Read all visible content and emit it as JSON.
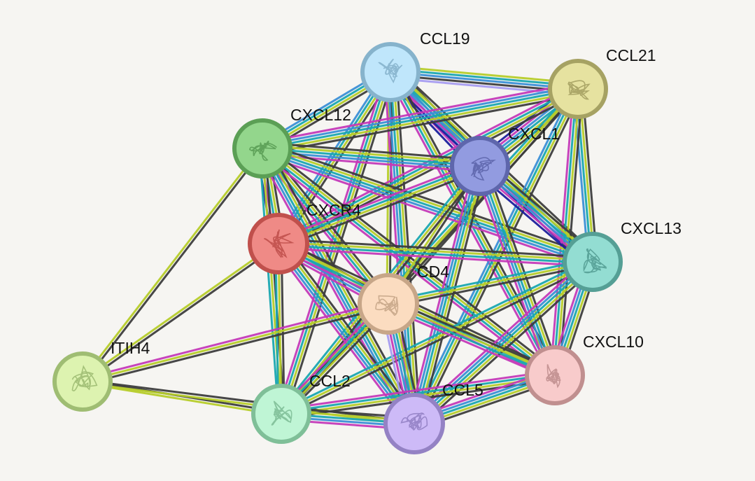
{
  "network": {
    "nodes": [
      {
        "id": "CCL19",
        "label": "CCL19",
        "fill": "#bfe6fb",
        "ring": "#86b3cc"
      },
      {
        "id": "CCL21",
        "label": "CCL21",
        "fill": "#e6e2a0",
        "ring": "#a6a263"
      },
      {
        "id": "CXCL12",
        "label": "CXCL12",
        "fill": "#93d68c",
        "ring": "#5b9f55"
      },
      {
        "id": "CXCL1",
        "label": "CXCL1",
        "fill": "#929be0",
        "ring": "#5e66ac"
      },
      {
        "id": "CXCR4",
        "label": "CXCR4",
        "fill": "#ef8a86",
        "ring": "#c0504c"
      },
      {
        "id": "CXCL13",
        "label": "CXCL13",
        "fill": "#93ddd2",
        "ring": "#559f95"
      },
      {
        "id": "CD4",
        "label": "CD4",
        "fill": "#fbdcc0",
        "ring": "#c7a688"
      },
      {
        "id": "ITIH4",
        "label": "ITIH4",
        "fill": "#ddf3b0",
        "ring": "#9fbd73"
      },
      {
        "id": "CXCL10",
        "label": "CXCL10",
        "fill": "#f8cbcb",
        "ring": "#c08f8f"
      },
      {
        "id": "CCL2",
        "label": "CCL2",
        "fill": "#bff5d5",
        "ring": "#7fbf98"
      },
      {
        "id": "CCL5",
        "label": "CCL5",
        "fill": "#cdbaf7",
        "ring": "#9482c4"
      }
    ],
    "edge_colors": {
      "black": "#3d3d3d",
      "yellowgreen": "#b6cc2a",
      "teal": "#1aa6b0",
      "blue": "#3b8fd6",
      "magenta": "#c43ab8",
      "lavender": "#a69cf0",
      "navy": "#1b1f9c"
    },
    "edges": [
      {
        "a": "CCL19",
        "b": "CCL21",
        "c": [
          "yellowgreen",
          "teal",
          "blue",
          "black",
          "lavender"
        ]
      },
      {
        "a": "CCL19",
        "b": "CXCL12",
        "c": [
          "black",
          "yellowgreen",
          "teal",
          "blue"
        ]
      },
      {
        "a": "CCL19",
        "b": "CXCL1",
        "c": [
          "black",
          "yellowgreen",
          "teal",
          "blue",
          "magenta",
          "navy"
        ]
      },
      {
        "a": "CCL19",
        "b": "CXCR4",
        "c": [
          "black",
          "yellowgreen",
          "teal",
          "blue"
        ]
      },
      {
        "a": "CCL19",
        "b": "CXCL13",
        "c": [
          "black",
          "yellowgreen",
          "teal",
          "blue",
          "magenta",
          "navy"
        ]
      },
      {
        "a": "CCL19",
        "b": "CD4",
        "c": [
          "black",
          "yellowgreen"
        ]
      },
      {
        "a": "CCL19",
        "b": "CXCL10",
        "c": [
          "black",
          "yellowgreen",
          "teal",
          "magenta"
        ]
      },
      {
        "a": "CCL19",
        "b": "CCL2",
        "c": [
          "black",
          "yellowgreen",
          "teal",
          "magenta"
        ]
      },
      {
        "a": "CCL19",
        "b": "CCL5",
        "c": [
          "black",
          "yellowgreen",
          "teal",
          "blue",
          "magenta"
        ]
      },
      {
        "a": "CCL21",
        "b": "CXCL12",
        "c": [
          "black",
          "yellowgreen",
          "teal",
          "blue",
          "magenta"
        ]
      },
      {
        "a": "CCL21",
        "b": "CXCL1",
        "c": [
          "black",
          "yellowgreen",
          "teal",
          "blue",
          "magenta",
          "navy"
        ]
      },
      {
        "a": "CCL21",
        "b": "CXCR4",
        "c": [
          "black",
          "yellowgreen",
          "teal",
          "magenta"
        ]
      },
      {
        "a": "CCL21",
        "b": "CXCL13",
        "c": [
          "black",
          "yellowgreen",
          "teal",
          "blue"
        ]
      },
      {
        "a": "CCL21",
        "b": "CD4",
        "c": [
          "black",
          "yellowgreen"
        ]
      },
      {
        "a": "CCL21",
        "b": "CXCL10",
        "c": [
          "black",
          "yellowgreen",
          "teal",
          "magenta"
        ]
      },
      {
        "a": "CCL21",
        "b": "CCL2",
        "c": [
          "black",
          "yellowgreen",
          "teal"
        ]
      },
      {
        "a": "CCL21",
        "b": "CCL5",
        "c": [
          "black",
          "yellowgreen",
          "teal",
          "blue"
        ]
      },
      {
        "a": "CXCL12",
        "b": "CXCL1",
        "c": [
          "black",
          "yellowgreen",
          "teal",
          "blue",
          "magenta"
        ]
      },
      {
        "a": "CXCL12",
        "b": "CXCR4",
        "c": [
          "black",
          "yellowgreen",
          "teal",
          "magenta",
          "navy"
        ]
      },
      {
        "a": "CXCL12",
        "b": "CXCL13",
        "c": [
          "black",
          "yellowgreen",
          "teal",
          "blue",
          "magenta"
        ]
      },
      {
        "a": "CXCL12",
        "b": "CD4",
        "c": [
          "black",
          "yellowgreen",
          "teal",
          "magenta"
        ]
      },
      {
        "a": "CXCL12",
        "b": "ITIH4",
        "c": [
          "black",
          "yellowgreen"
        ]
      },
      {
        "a": "CXCL12",
        "b": "CXCL10",
        "c": [
          "black",
          "yellowgreen",
          "teal",
          "magenta"
        ]
      },
      {
        "a": "CXCL12",
        "b": "CCL2",
        "c": [
          "black",
          "yellowgreen",
          "teal"
        ]
      },
      {
        "a": "CXCL12",
        "b": "CCL5",
        "c": [
          "black",
          "yellowgreen",
          "teal",
          "blue",
          "magenta"
        ]
      },
      {
        "a": "CXCL1",
        "b": "CXCR4",
        "c": [
          "black",
          "yellowgreen",
          "teal",
          "magenta"
        ]
      },
      {
        "a": "CXCL1",
        "b": "CXCL13",
        "c": [
          "black",
          "yellowgreen",
          "teal",
          "blue",
          "magenta",
          "navy"
        ]
      },
      {
        "a": "CXCL1",
        "b": "CD4",
        "c": [
          "black",
          "yellowgreen"
        ]
      },
      {
        "a": "CXCL1",
        "b": "CXCL10",
        "c": [
          "black",
          "yellowgreen",
          "teal",
          "blue",
          "magenta"
        ]
      },
      {
        "a": "CXCL1",
        "b": "CCL2",
        "c": [
          "black",
          "yellowgreen",
          "teal"
        ]
      },
      {
        "a": "CXCL1",
        "b": "CCL5",
        "c": [
          "black",
          "yellowgreen",
          "teal",
          "blue",
          "magenta"
        ]
      },
      {
        "a": "CXCR4",
        "b": "CXCL13",
        "c": [
          "black",
          "yellowgreen",
          "teal",
          "magenta"
        ]
      },
      {
        "a": "CXCR4",
        "b": "CD4",
        "c": [
          "black",
          "yellowgreen",
          "teal",
          "blue",
          "magenta"
        ]
      },
      {
        "a": "CXCR4",
        "b": "ITIH4",
        "c": [
          "black",
          "yellowgreen"
        ]
      },
      {
        "a": "CXCR4",
        "b": "CXCL10",
        "c": [
          "black",
          "yellowgreen",
          "teal",
          "magenta"
        ]
      },
      {
        "a": "CXCR4",
        "b": "CCL2",
        "c": [
          "black",
          "yellowgreen",
          "teal"
        ]
      },
      {
        "a": "CXCR4",
        "b": "CCL5",
        "c": [
          "black",
          "yellowgreen",
          "teal",
          "blue",
          "magenta"
        ]
      },
      {
        "a": "CXCL13",
        "b": "CD4",
        "c": [
          "black",
          "yellowgreen",
          "teal"
        ]
      },
      {
        "a": "CXCL13",
        "b": "CXCL10",
        "c": [
          "black",
          "yellowgreen",
          "teal",
          "blue",
          "magenta"
        ]
      },
      {
        "a": "CXCL13",
        "b": "CCL2",
        "c": [
          "black",
          "yellowgreen",
          "teal"
        ]
      },
      {
        "a": "CXCL13",
        "b": "CCL5",
        "c": [
          "black",
          "yellowgreen",
          "teal",
          "blue",
          "magenta"
        ]
      },
      {
        "a": "CD4",
        "b": "ITIH4",
        "c": [
          "black",
          "yellowgreen",
          "magenta"
        ]
      },
      {
        "a": "CD4",
        "b": "CXCL10",
        "c": [
          "black",
          "yellowgreen",
          "teal",
          "magenta"
        ]
      },
      {
        "a": "CD4",
        "b": "CCL2",
        "c": [
          "black",
          "yellowgreen",
          "teal",
          "magenta"
        ]
      },
      {
        "a": "CD4",
        "b": "CCL5",
        "c": [
          "black",
          "yellowgreen",
          "teal",
          "blue",
          "magenta",
          "lavender"
        ]
      },
      {
        "a": "ITIH4",
        "b": "CCL2",
        "c": [
          "black",
          "yellowgreen"
        ]
      },
      {
        "a": "ITIH4",
        "b": "CCL5",
        "c": [
          "black",
          "yellowgreen"
        ]
      },
      {
        "a": "CXCL10",
        "b": "CCL2",
        "c": [
          "black",
          "yellowgreen",
          "teal",
          "magenta"
        ]
      },
      {
        "a": "CXCL10",
        "b": "CCL5",
        "c": [
          "black",
          "yellowgreen",
          "teal",
          "blue",
          "magenta"
        ]
      },
      {
        "a": "CCL2",
        "b": "CCL5",
        "c": [
          "black",
          "yellowgreen",
          "teal",
          "blue",
          "magenta"
        ]
      }
    ]
  }
}
